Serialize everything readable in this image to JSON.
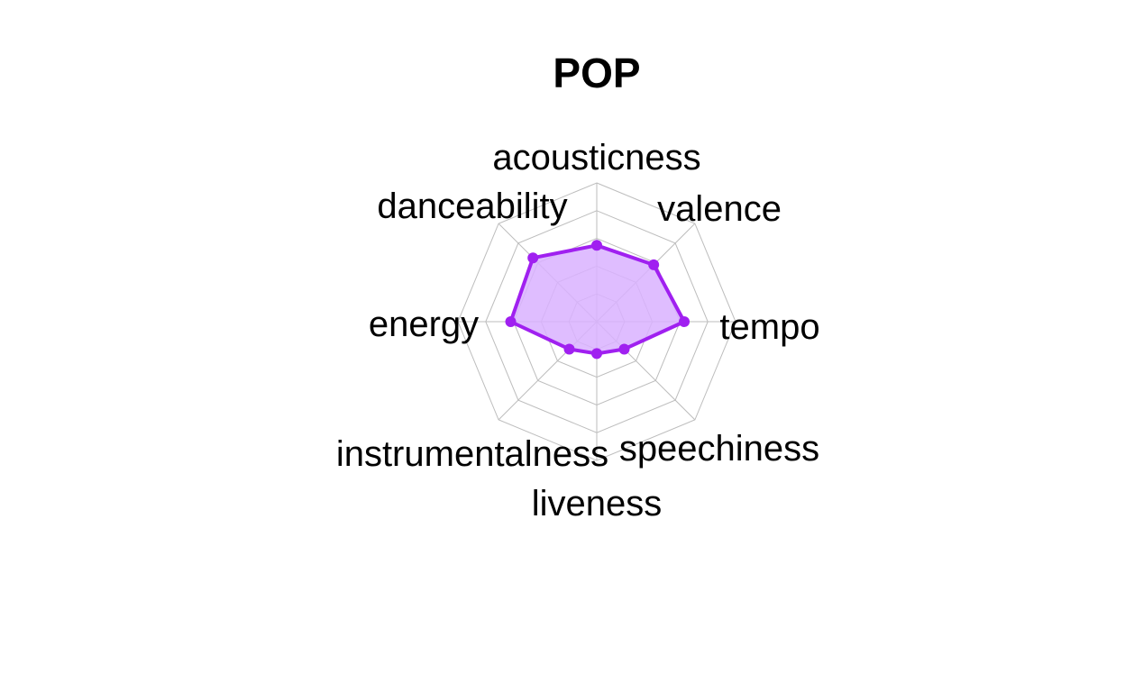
{
  "chart_data": {
    "type": "radar",
    "title": "POP",
    "axes": [
      "acousticness",
      "valence",
      "tempo",
      "speechiness",
      "liveness",
      "instrumentalness",
      "energy",
      "danceability"
    ],
    "series": [
      {
        "values": [
          0.55,
          0.58,
          0.63,
          0.28,
          0.23,
          0.28,
          0.62,
          0.65
        ]
      }
    ],
    "range": [
      0,
      1
    ],
    "grid_levels": 5,
    "colors": {
      "line": "#a020f0",
      "fill": "#d9b2ff",
      "grid": "#bdbdbd"
    }
  }
}
